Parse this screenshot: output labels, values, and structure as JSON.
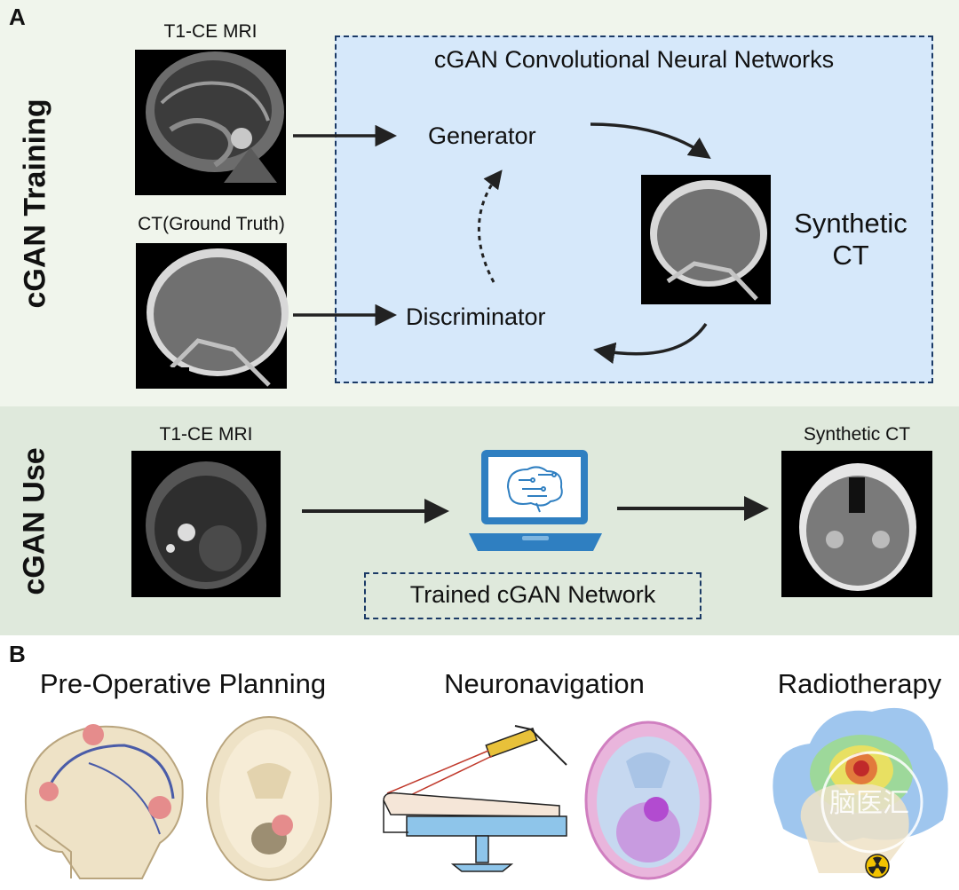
{
  "panel_a_label": "A",
  "panel_b_label": "B",
  "training": {
    "section_title": "cGAN Training",
    "mri_caption": "T1-CE MRI",
    "ct_caption": "CT(Ground Truth)",
    "network_title": "cGAN Convolutional Neural Networks",
    "generator_label": "Generator",
    "discriminator_label": "Discriminator",
    "synthetic_label_line1": "Synthetic",
    "synthetic_label_line2": "CT"
  },
  "use": {
    "section_title": "cGAN Use",
    "mri_caption": "T1-CE MRI",
    "output_caption": "Synthetic CT",
    "network_label": "Trained cGAN Network"
  },
  "applications": {
    "pre_op_title": "Pre-Operative Planning",
    "neuronav_title": "Neuronavigation",
    "radio_title": "Radiotherapy",
    "watermark": "脑医汇"
  },
  "colors": {
    "training_bg": "#f0f5ec",
    "use_bg": "#dfe9dc",
    "network_box_bg": "#d6e8fa",
    "dash_border": "#1b3a66",
    "laptop_blue": "#2f7fc1"
  },
  "icons": [
    "brain-circuit-icon",
    "laptop-icon",
    "radiation-icon",
    "laser-tracker-icon"
  ]
}
